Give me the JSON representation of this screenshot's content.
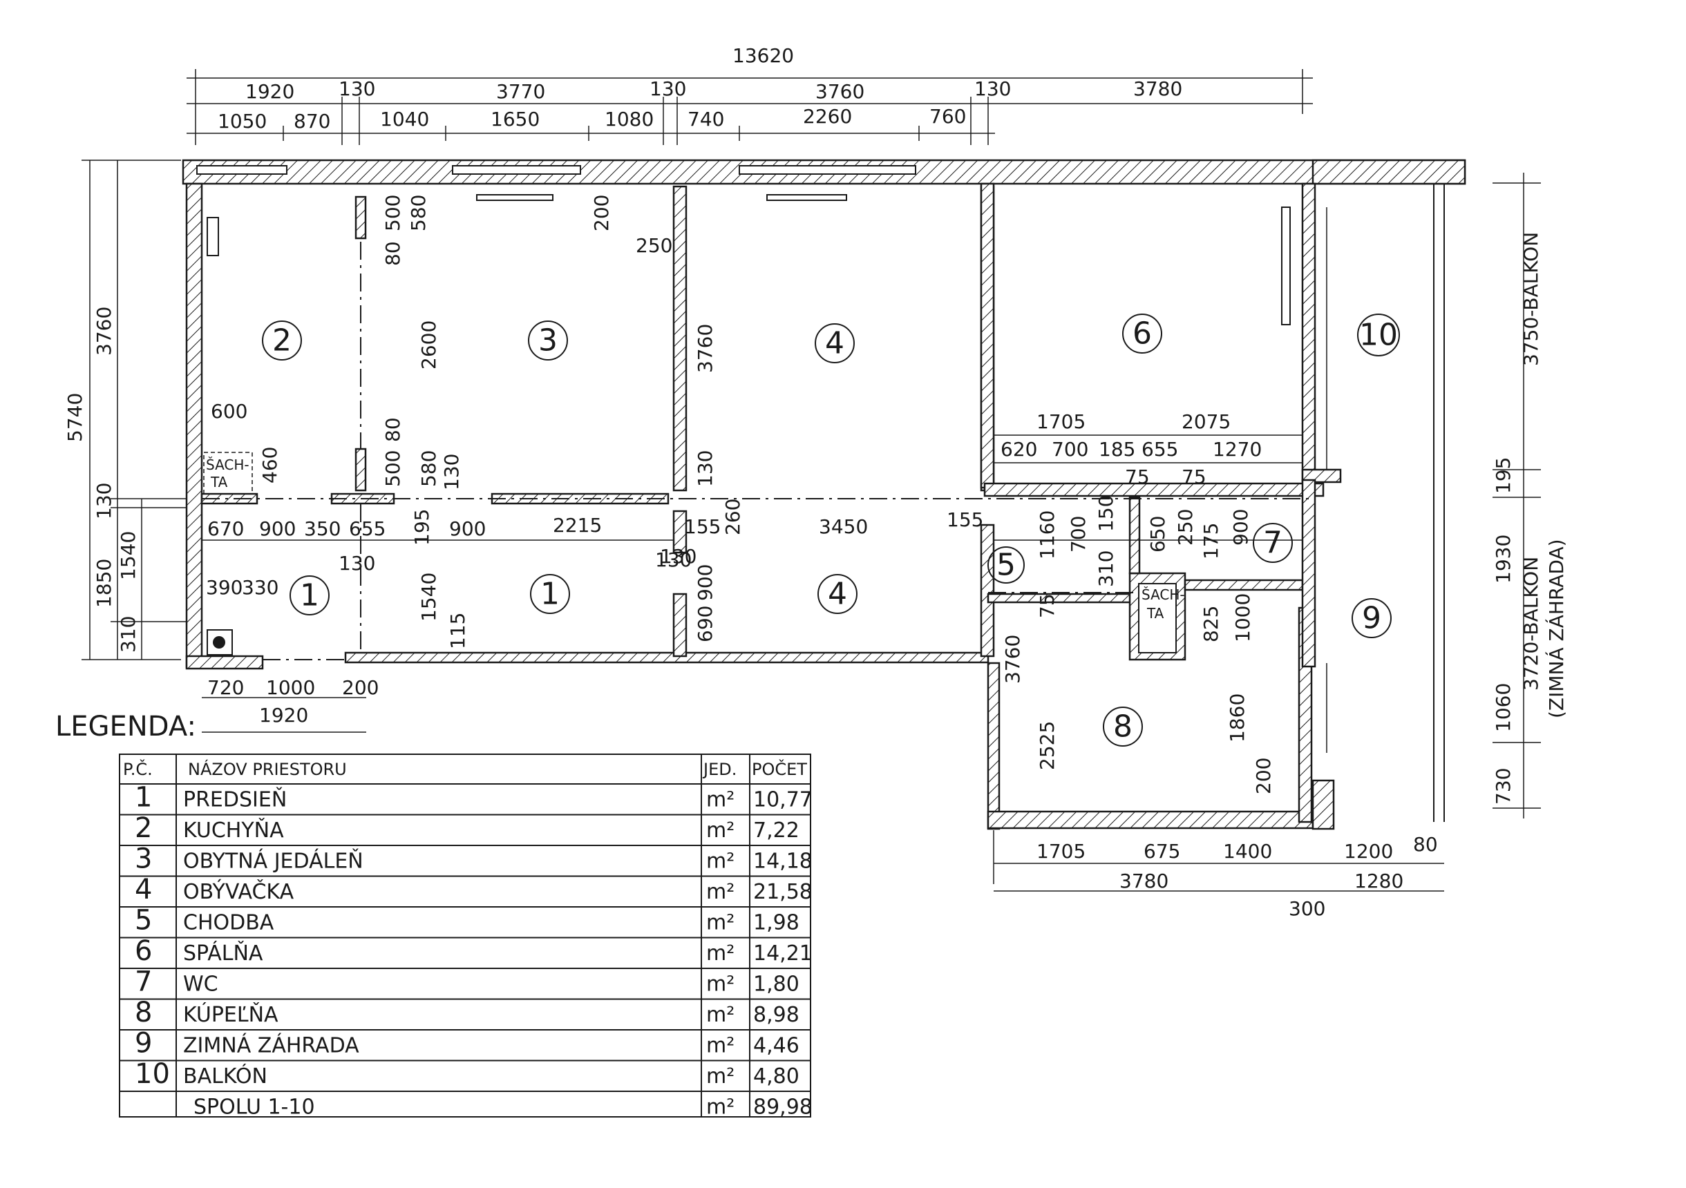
{
  "dimensions": {
    "top_total": "13620",
    "top_row1": [
      "1920",
      "130",
      "3770",
      "130",
      "3760",
      "130",
      "3780"
    ],
    "top_row2": [
      "1050",
      "870",
      "1040",
      "1650",
      "1080",
      "740",
      "2260",
      "760"
    ],
    "left_outer": [
      "5740"
    ],
    "left_inner": [
      "3760",
      "130",
      "1850",
      "1540",
      "310"
    ],
    "kitchen": [
      "500",
      "580",
      "80",
      "2600",
      "600",
      "460",
      "80",
      "500",
      "580",
      "130"
    ],
    "room3": [
      "200",
      "250"
    ],
    "room4": [
      "3760",
      "130",
      "260",
      "155",
      "3450",
      "155",
      "130",
      "900",
      "690"
    ],
    "room6_row1": [
      "1705",
      "2075"
    ],
    "room6_row2": [
      "620",
      "700",
      "185",
      "655",
      "1270",
      "75",
      "75"
    ],
    "hall": [
      "670",
      "900",
      "350",
      "655",
      "195",
      "900",
      "2215",
      "130",
      "390",
      "330",
      "1540",
      "115",
      "130"
    ],
    "bath": [
      "1160",
      "700",
      "150",
      "310",
      "650",
      "250",
      "175",
      "900",
      "75",
      "825",
      "1000",
      "3760",
      "2525",
      "1860",
      "200"
    ],
    "bottom_left": [
      "720",
      "1000",
      "200",
      "1920"
    ],
    "bottom_right_row1": [
      "1705",
      "675",
      "1400",
      "1200",
      "80"
    ],
    "bottom_right_row2": [
      "3780",
      "1280",
      "300"
    ],
    "right_side": [
      "3750-BALKON",
      "195",
      "1930",
      "3720-BALKON",
      "(ZIMNÁ ZÁHRADA)",
      "1060",
      "730"
    ]
  },
  "rooms": [
    {
      "num": "1"
    },
    {
      "num": "1"
    },
    {
      "num": "2"
    },
    {
      "num": "3"
    },
    {
      "num": "4"
    },
    {
      "num": "4"
    },
    {
      "num": "5"
    },
    {
      "num": "6"
    },
    {
      "num": "7"
    },
    {
      "num": "8"
    },
    {
      "num": "9"
    },
    {
      "num": "10"
    }
  ],
  "shafts": [
    {
      "line1": "ŠACH-",
      "line2": "TA"
    },
    {
      "line1": "ŠACH-",
      "line2": "TA"
    }
  ],
  "legend": {
    "title": "LEGENDA:",
    "headers": {
      "no": "P.Č.",
      "name": "NÁZOV PRIESTORU",
      "unit": "JED.",
      "count": "POČET"
    },
    "rows": [
      {
        "no": "1",
        "name": "PREDSIEŇ",
        "unit": "m²",
        "value": "10,77"
      },
      {
        "no": "2",
        "name": "KUCHYŇA",
        "unit": "m²",
        "value": "7,22"
      },
      {
        "no": "3",
        "name": "OBYTNÁ JEDÁLEŇ",
        "unit": "m²",
        "value": "14,18"
      },
      {
        "no": "4",
        "name": "OBÝVAČKA",
        "unit": "m²",
        "value": "21,58"
      },
      {
        "no": "5",
        "name": "CHODBA",
        "unit": "m²",
        "value": "1,98"
      },
      {
        "no": "6",
        "name": "SPÁLŇA",
        "unit": "m²",
        "value": "14,21"
      },
      {
        "no": "7",
        "name": "WC",
        "unit": "m²",
        "value": "1,80"
      },
      {
        "no": "8",
        "name": "KÚPEĽŇA",
        "unit": "m²",
        "value": "8,98"
      },
      {
        "no": "9",
        "name": "ZIMNÁ ZÁHRADA",
        "unit": "m²",
        "value": "4,46"
      },
      {
        "no": "10",
        "name": "BALKÓN",
        "unit": "m²",
        "value": "4,80"
      }
    ],
    "total": {
      "name": "SPOLU 1-10",
      "unit": "m²",
      "value": "89,98"
    }
  }
}
